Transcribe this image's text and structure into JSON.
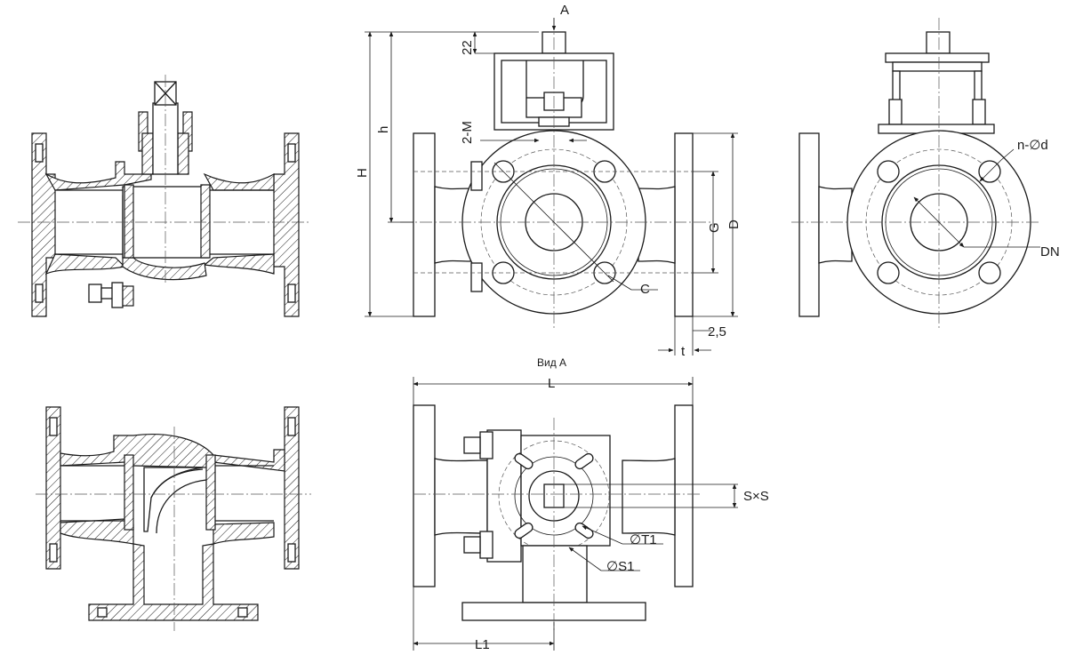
{
  "labels": {
    "view_arrow": "A",
    "dim_22": "22",
    "dim_2M": "2-M",
    "dim_h": "h",
    "dim_H": "H",
    "dim_G": "G",
    "dim_D": "D",
    "dim_C": "C",
    "dim_2_5": "2,5",
    "dim_t": "t",
    "dim_nd": "n-∅d",
    "dim_DN": "DN",
    "view_title": "Вид A",
    "dim_L": "L",
    "dim_SxS": "S×S",
    "dim_T1": "∅T1",
    "dim_S1": "∅S1",
    "dim_L1": "L1"
  },
  "views": [
    "two-way-valve-section",
    "three-way-valve-front",
    "three-way-valve-side",
    "three-way-valve-section",
    "three-way-valve-top-view-a"
  ]
}
